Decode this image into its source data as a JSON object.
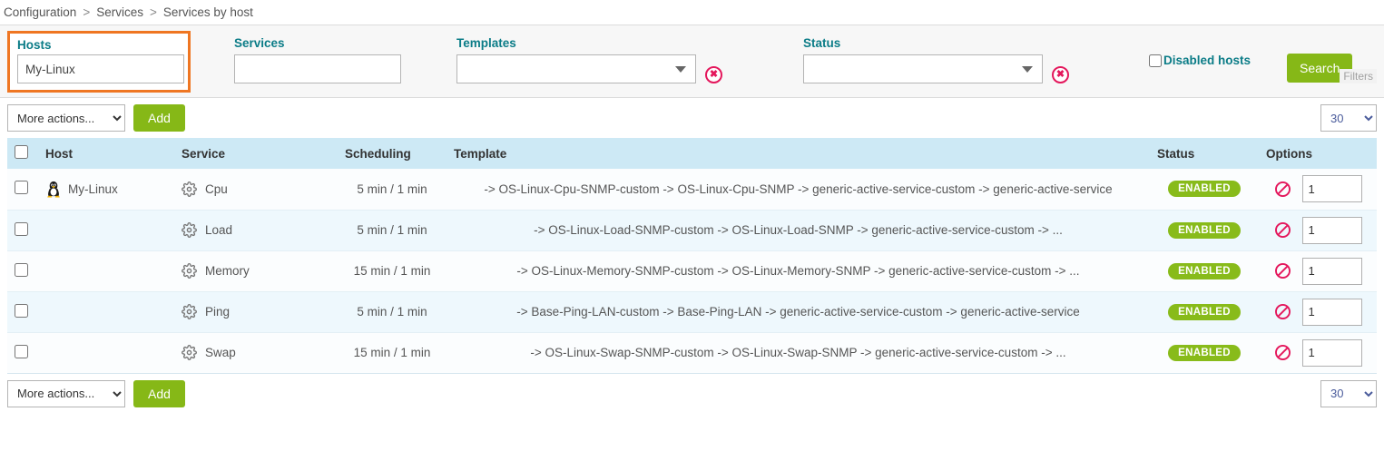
{
  "breadcrumb": {
    "items": [
      "Configuration",
      "Services",
      "Services by host"
    ],
    "separator": ">"
  },
  "filters": {
    "hosts": {
      "label": "Hosts",
      "value": "My-Linux",
      "highlighted": true
    },
    "services": {
      "label": "Services",
      "value": ""
    },
    "templates": {
      "label": "Templates",
      "value": "",
      "clear_icon": "clear-circle-icon"
    },
    "status": {
      "label": "Status",
      "value": "",
      "clear_icon": "clear-circle-icon"
    },
    "disabled_hosts": {
      "label": "Disabled hosts",
      "checked": false
    },
    "search_button": "Search",
    "filters_label": "Filters",
    "accent_orange": "#ef7622",
    "accent_teal": "#0b7c87",
    "accent_green": "#86b817"
  },
  "toolbar_top": {
    "more_actions": "More actions...",
    "add_label": "Add",
    "page_size": "30"
  },
  "toolbar_bottom": {
    "more_actions": "More actions...",
    "add_label": "Add",
    "page_size": "30"
  },
  "table": {
    "headers": {
      "host": "Host",
      "service": "Service",
      "scheduling": "Scheduling",
      "template": "Template",
      "status": "Status",
      "options": "Options"
    },
    "rows": [
      {
        "host": "My-Linux",
        "host_icon": "linux-penguin-icon",
        "service": "Cpu",
        "service_icon": "gear-icon",
        "scheduling": "5 min / 1 min",
        "template": "-> OS-Linux-Cpu-SNMP-custom -> OS-Linux-Cpu-SNMP -> generic-active-service-custom -> generic-active-service",
        "status": "ENABLED",
        "option_icon": "disable-icon",
        "option_value": "1"
      },
      {
        "host": "",
        "host_icon": "",
        "service": "Load",
        "service_icon": "gear-icon",
        "scheduling": "5 min / 1 min",
        "template": "-> OS-Linux-Load-SNMP-custom -> OS-Linux-Load-SNMP -> generic-active-service-custom -> ...",
        "status": "ENABLED",
        "option_icon": "disable-icon",
        "option_value": "1"
      },
      {
        "host": "",
        "host_icon": "",
        "service": "Memory",
        "service_icon": "gear-icon",
        "scheduling": "15 min / 1 min",
        "template": "-> OS-Linux-Memory-SNMP-custom -> OS-Linux-Memory-SNMP -> generic-active-service-custom -> ...",
        "status": "ENABLED",
        "option_icon": "disable-icon",
        "option_value": "1"
      },
      {
        "host": "",
        "host_icon": "",
        "service": "Ping",
        "service_icon": "gear-icon",
        "scheduling": "5 min / 1 min",
        "template": "-> Base-Ping-LAN-custom -> Base-Ping-LAN -> generic-active-service-custom -> generic-active-service",
        "status": "ENABLED",
        "option_icon": "disable-icon",
        "option_value": "1"
      },
      {
        "host": "",
        "host_icon": "",
        "service": "Swap",
        "service_icon": "gear-icon",
        "scheduling": "15 min / 1 min",
        "template": "-> OS-Linux-Swap-SNMP-custom -> OS-Linux-Swap-SNMP -> generic-active-service-custom -> ...",
        "status": "ENABLED",
        "option_icon": "disable-icon",
        "option_value": "1"
      }
    ]
  },
  "colors": {
    "header_row": "#cde9f5",
    "row_odd": "#fbfdfe",
    "row_even": "#eef8fd",
    "badge_green": "#88bb1a",
    "clear_red": "#e4175c"
  }
}
